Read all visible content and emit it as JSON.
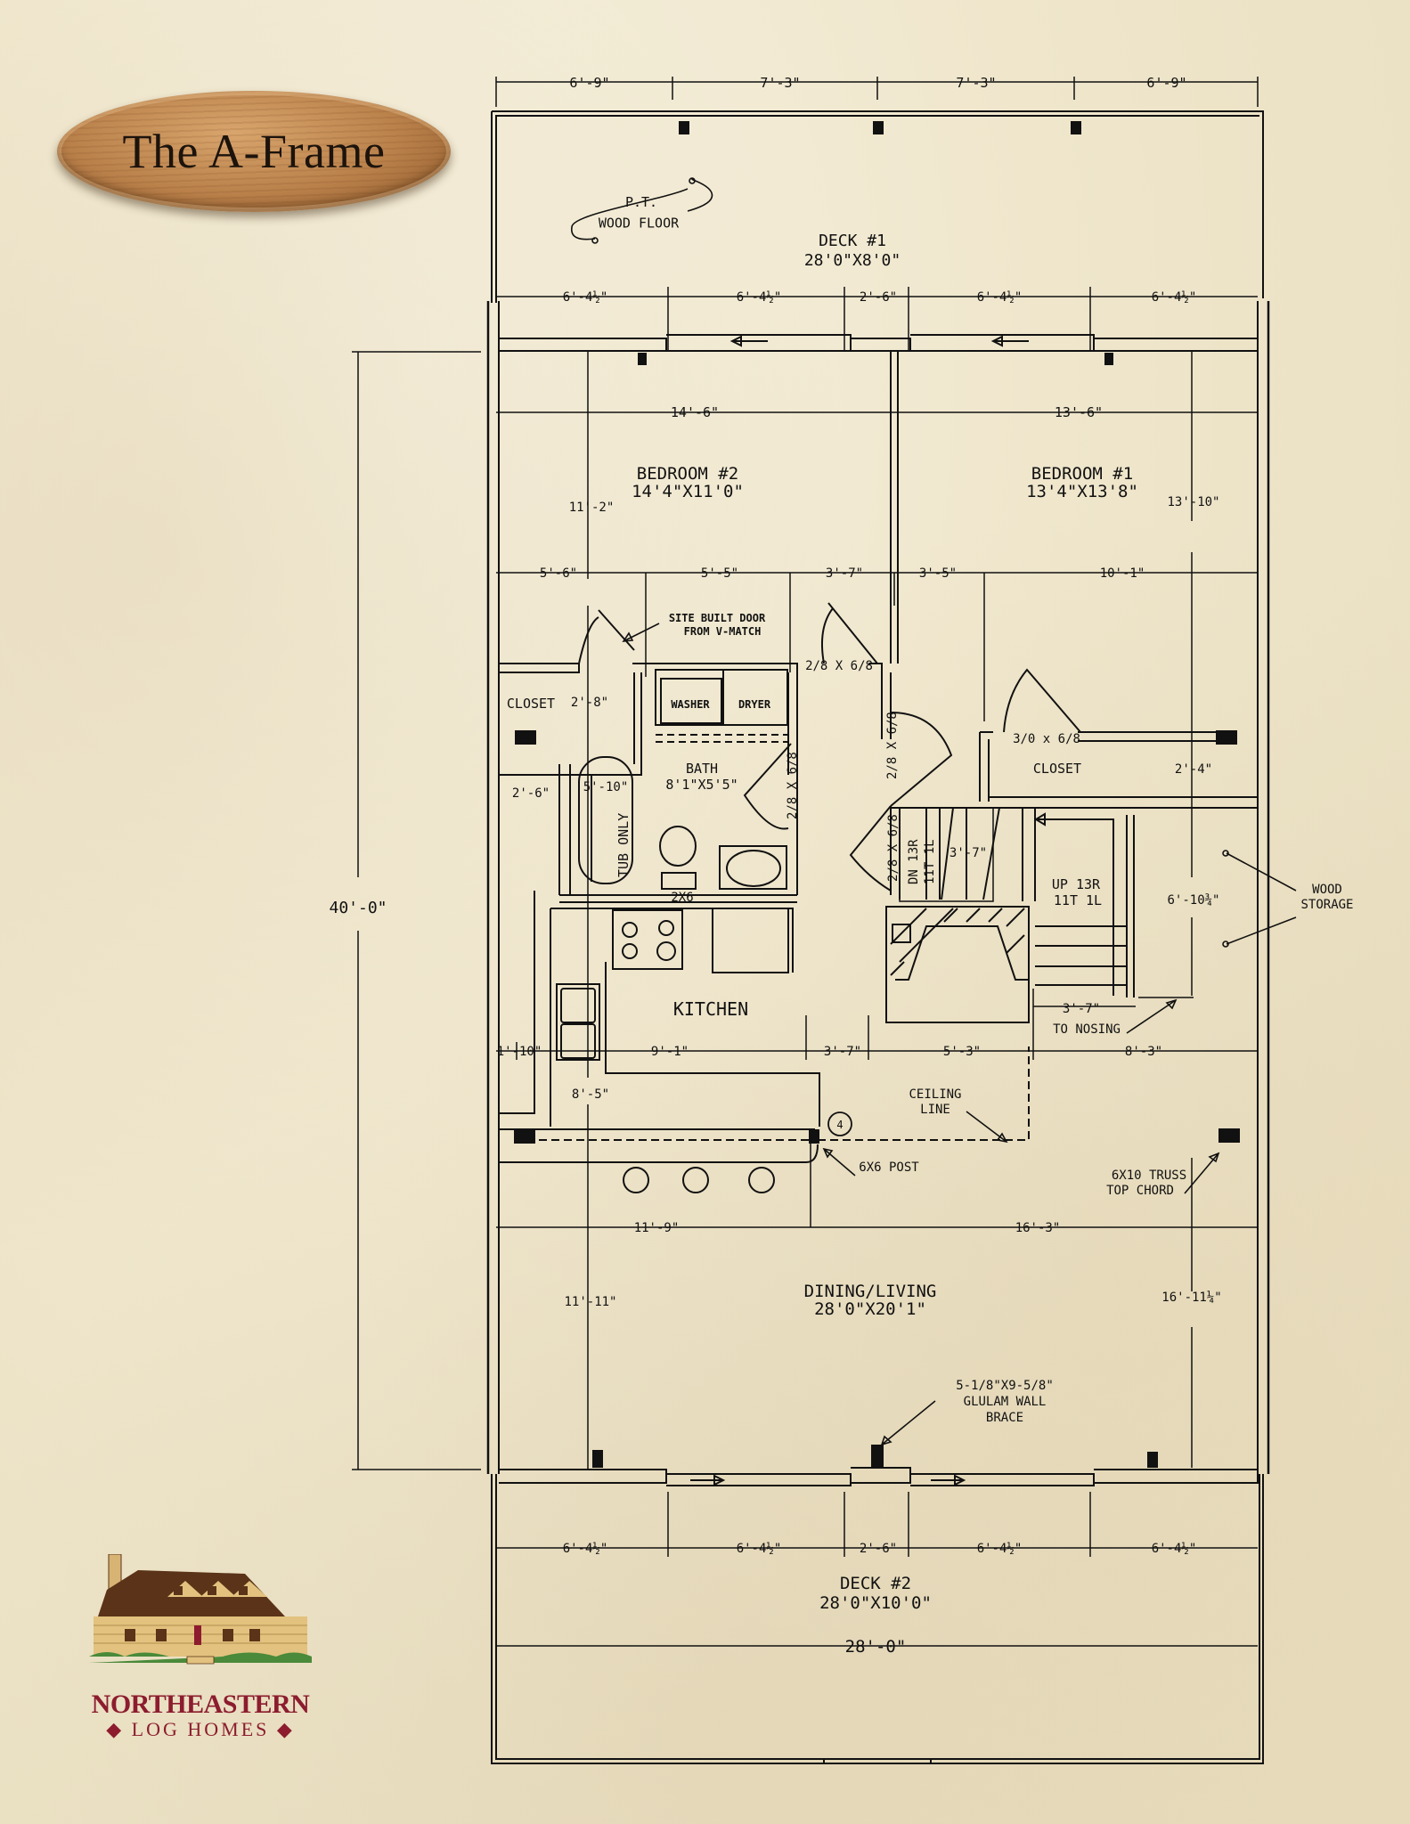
{
  "title": "The A-Frame",
  "brand": {
    "line1": "NORTHEASTERN",
    "line2": "◆ LOG HOMES ◆",
    "colors": {
      "maroon": "#8c1c2e",
      "roof": "#5a3318",
      "logs": "#e2c27e",
      "shrub": "#4a8a3a"
    }
  },
  "colors": {
    "paper": "#f3ecd6",
    "ink": "#111111",
    "plaque": "#b9804a"
  },
  "overall": {
    "depth": "40'-0\"",
    "width": "28'-0\""
  },
  "rooms": {
    "deck1": {
      "name": "DECK #1",
      "size": "28'0\"X8'0\""
    },
    "bedroom2": {
      "name": "BEDROOM #2",
      "size": "14'4\"X11'0\""
    },
    "bedroom1": {
      "name": "BEDROOM #1",
      "size": "13'4\"X13'8\""
    },
    "bath": {
      "name": "BATH",
      "size": "8'1\"X5'5\""
    },
    "closet_left": {
      "name": "CLOSET"
    },
    "closet_right": {
      "name": "CLOSET"
    },
    "kitchen": {
      "name": "KITCHEN"
    },
    "dining_living": {
      "name": "DINING/LIVING",
      "size": "28'0\"X20'1\""
    },
    "deck2": {
      "name": "DECK #2",
      "size": "28'0\"X10'0\""
    }
  },
  "fixtures": {
    "washer": "WASHER",
    "dryer": "DRYER",
    "tub": "TUB ONLY",
    "tub_len": "5'-10\"",
    "wall_2x6": "2X6"
  },
  "stairs": {
    "down": {
      "line1": "DN 13R",
      "line2": "11T 1L"
    },
    "up": {
      "line1": "UP 13R",
      "line2": "11T 1L"
    },
    "width": "3'-7\""
  },
  "notes": {
    "pt_floor": {
      "line1": "P.T.",
      "line2": "WOOD FLOOR"
    },
    "site_door": {
      "line1": "SITE BUILT DOOR",
      "line2": "FROM V-MATCH"
    },
    "wood_storage": {
      "line1": "WOOD",
      "line2": "STORAGE"
    },
    "ceiling_line": {
      "line1": "CEILING",
      "line2": "LINE"
    },
    "post": "6X6 POST",
    "post_tag": "4",
    "truss": {
      "line1": "6X10 TRUSS",
      "line2": "TOP CHORD"
    },
    "glulam": {
      "line1": "5-1/8\"X9-5/8\"",
      "line2": "GLULAM WALL",
      "line3": "BRACE"
    },
    "to_nosing": "TO NOSING"
  },
  "doors": {
    "bed2_door": "2/8 X 6/8",
    "bath_door": "2/8 X 6/8",
    "bed1_door": "2/8 X 6/8",
    "stair_door": "2/8 X 6/8",
    "closet_door": "3/0 x 6/8"
  },
  "dims": {
    "deck1_top": [
      "6'-9\"",
      "7'-3\"",
      "7'-3\"",
      "6'-9\""
    ],
    "deck1_bottom": [
      "6'-4½\"",
      "6'-4½\"",
      "2'-6\"",
      "6'-4½\"",
      "6'-4½\""
    ],
    "bedrooms_width": [
      "14'-6\"",
      "13'-6\""
    ],
    "bed2_depth": "11'-2\"",
    "bed1_depth": "13'-10\"",
    "mid_row": [
      "5'-6\"",
      "5'-5\"",
      "3'-7\"",
      "3'-5\"",
      "10'-1\""
    ],
    "closet_left_w": "2'-8\"",
    "closet_left_depth": "2'-6\"",
    "closet_right_depth": "2'-4\"",
    "storage_depth": "6'-10¾\"",
    "kitchen_row": [
      "1'-10\"",
      "9'-1\"",
      "3'-7\"",
      "5'-3\"",
      "8'-3\""
    ],
    "stair_nosing": "3'-7\"",
    "kitchen_depth": "8'-5\"",
    "living_row": [
      "11'-9\"",
      "16'-3\""
    ],
    "living_left_depth": "11'-11\"",
    "living_right_depth": "16'-11¼\"",
    "deck2_top": [
      "6'-4½\"",
      "6'-4½\"",
      "2'-6\"",
      "6'-4½\"",
      "6'-4½\""
    ],
    "deck2_width": "28'-0\""
  }
}
